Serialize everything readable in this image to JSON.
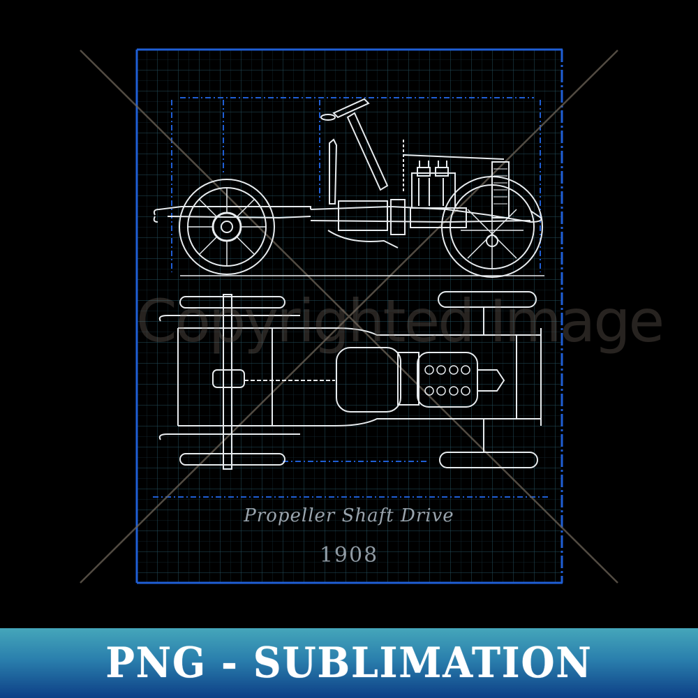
{
  "artwork": {
    "subject": "Vintage car chassis blueprint",
    "title": "Propeller Shaft Drive",
    "year": "1908",
    "colors": {
      "background": "#000000",
      "grid_line": "#1f4a5a",
      "dimension_line": "#1f5fd6",
      "drawing_line": "#e8ecef",
      "caption_text": "#9aa4ad"
    }
  },
  "watermark": {
    "text": "Copyrighted Image",
    "color": "#786e64"
  },
  "banner": {
    "label": "PNG - SUBLIMATION",
    "gradient_top": "#45a6ba",
    "gradient_bottom": "#0d3f86",
    "text_color": "#ffffff"
  }
}
